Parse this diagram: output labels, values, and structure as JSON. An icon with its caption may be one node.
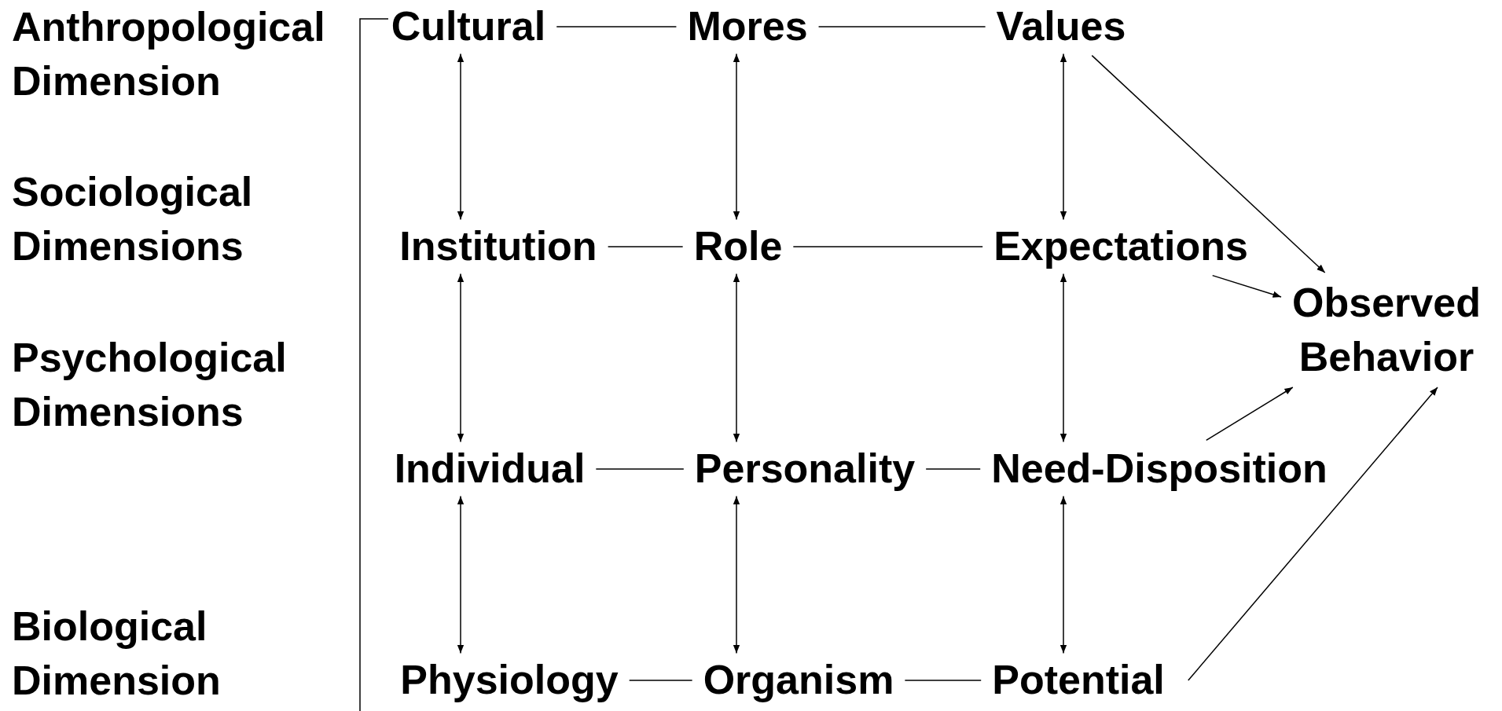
{
  "diagram": {
    "nodes": [
      {
        "text": [
          "Cultural"
        ]
      },
      {
        "text": [
          "Mores"
        ]
      },
      {
        "text": [
          "Values"
        ]
      },
      {
        "text": [
          "Institution"
        ]
      },
      {
        "text": [
          "Role"
        ]
      },
      {
        "text": [
          "Expectations"
        ]
      },
      {
        "text": [
          "Individual"
        ]
      },
      {
        "text": [
          "Personality"
        ]
      },
      {
        "text": [
          "Need-Disposition"
        ]
      },
      {
        "text": [
          "Physiology"
        ]
      },
      {
        "text": [
          "Organism"
        ]
      },
      {
        "text": [
          "Potential"
        ]
      },
      {
        "text": [
          "Observed Behavior"
        ]
      }
    ],
    "edges": [
      {
        "from": 0,
        "to": 1,
        "arrow": "none"
      },
      {
        "from": 1,
        "to": 2,
        "arrow": "none"
      },
      {
        "from": 3,
        "to": 4,
        "arrow": "none"
      },
      {
        "from": 4,
        "to": 5,
        "arrow": "none"
      },
      {
        "from": 6,
        "to": 7,
        "arrow": "none"
      },
      {
        "from": 7,
        "to": 8,
        "arrow": "none"
      },
      {
        "from": 9,
        "to": 10,
        "arrow": "none"
      },
      {
        "from": 10,
        "to": 11,
        "arrow": "none"
      },
      {
        "from": 0,
        "to": 3,
        "arrow": "both"
      },
      {
        "from": 3,
        "to": 6,
        "arrow": "both"
      },
      {
        "from": 6,
        "to": 9,
        "arrow": "both"
      },
      {
        "from": 1,
        "to": 4,
        "arrow": "both"
      },
      {
        "from": 4,
        "to": 7,
        "arrow": "both"
      },
      {
        "from": 7,
        "to": 10,
        "arrow": "both"
      },
      {
        "from": 2,
        "to": 5,
        "arrow": "both"
      },
      {
        "from": 5,
        "to": 8,
        "arrow": "both"
      },
      {
        "from": 8,
        "to": 11,
        "arrow": "both"
      },
      {
        "from": 2,
        "to": 12,
        "arrow": "to"
      },
      {
        "from": 5,
        "to": 12,
        "arrow": "to"
      },
      {
        "from": 8,
        "to": 12,
        "arrow": "to"
      },
      {
        "from": 11,
        "to": 12,
        "arrow": "to"
      }
    ],
    "labels": [
      "Anthropological Dimension",
      "Sociological Dimensions",
      "Psychological Dimensions",
      "Biological Dimension"
    ]
  }
}
